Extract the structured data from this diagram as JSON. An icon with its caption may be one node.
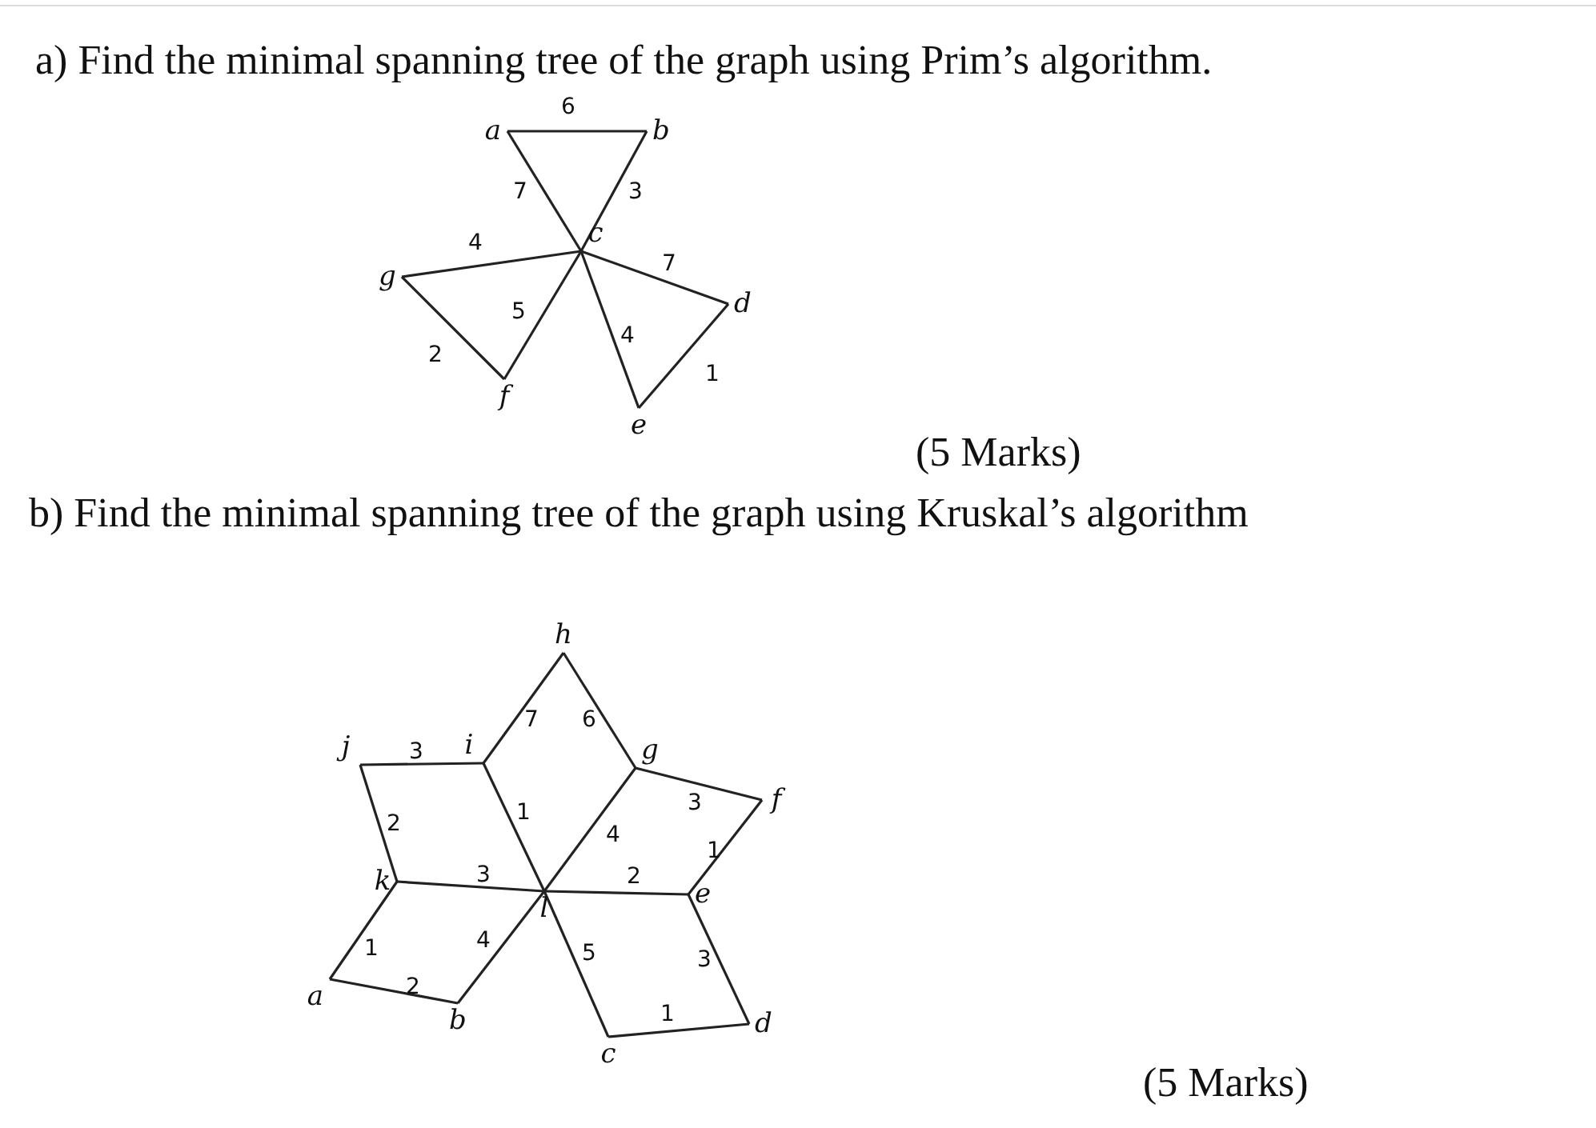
{
  "diagram": {
    "nodes": [
      {
        "text": [
          "a"
        ]
      },
      {
        "text": [
          "b"
        ]
      },
      {
        "text": [
          "c"
        ]
      },
      {
        "text": [
          "d"
        ]
      },
      {
        "text": [
          "e"
        ]
      },
      {
        "text": [
          "f"
        ]
      },
      {
        "text": [
          "g"
        ]
      },
      {
        "text": [
          "h"
        ]
      },
      {
        "text": [
          "i"
        ]
      },
      {
        "text": [
          "j"
        ]
      },
      {
        "text": [
          "k"
        ]
      },
      {
        "text": [
          "l"
        ]
      },
      {
        "text": [
          "a"
        ]
      },
      {
        "text": [
          "b"
        ]
      },
      {
        "text": [
          "c"
        ]
      },
      {
        "text": [
          "d"
        ]
      },
      {
        "text": [
          "e"
        ]
      },
      {
        "text": [
          "f"
        ]
      },
      {
        "text": [
          "g"
        ]
      }
    ],
    "edges": [
      {
        "from": 0,
        "to": 1,
        "arrow": "none",
        "label": "6"
      },
      {
        "from": 0,
        "to": 2,
        "arrow": "none",
        "label": "7"
      },
      {
        "from": 1,
        "to": 2,
        "arrow": "none",
        "label": "3"
      },
      {
        "from": 2,
        "to": 6,
        "arrow": "none",
        "label": "4"
      },
      {
        "from": 2,
        "to": 5,
        "arrow": "none",
        "label": "5"
      },
      {
        "from": 6,
        "to": 5,
        "arrow": "none",
        "label": "2"
      },
      {
        "from": 2,
        "to": 3,
        "arrow": "none",
        "label": "7"
      },
      {
        "from": 2,
        "to": 4,
        "arrow": "none",
        "label": "4"
      },
      {
        "from": 3,
        "to": 4,
        "arrow": "none",
        "label": "1"
      },
      {
        "from": 7,
        "to": 8,
        "arrow": "none",
        "label": "7"
      },
      {
        "from": 7,
        "to": 18,
        "arrow": "none",
        "label": "6"
      },
      {
        "from": 9,
        "to": 8,
        "arrow": "none",
        "label": "3"
      },
      {
        "from": 9,
        "to": 10,
        "arrow": "none",
        "label": "2"
      },
      {
        "from": 8,
        "to": 11,
        "arrow": "none",
        "label": "1"
      },
      {
        "from": 18,
        "to": 11,
        "arrow": "none",
        "label": "4"
      },
      {
        "from": 18,
        "to": 17,
        "arrow": "none",
        "label": "3"
      },
      {
        "from": 17,
        "to": 16,
        "arrow": "none",
        "label": "1"
      },
      {
        "from": 10,
        "to": 11,
        "arrow": "none",
        "label": "3"
      },
      {
        "from": 11,
        "to": 16,
        "arrow": "none",
        "label": "2"
      },
      {
        "from": 10,
        "to": 12,
        "arrow": "none",
        "label": "1"
      },
      {
        "from": 12,
        "to": 13,
        "arrow": "none",
        "label": "2"
      },
      {
        "from": 13,
        "to": 11,
        "arrow": "none",
        "label": "4"
      },
      {
        "from": 11,
        "to": 14,
        "arrow": "none",
        "label": "5"
      },
      {
        "from": 16,
        "to": 15,
        "arrow": "none",
        "label": "3"
      },
      {
        "from": 14,
        "to": 15,
        "arrow": "none",
        "label": "1"
      }
    ],
    "labels": [
      "a) Find the minimal spanning tree of the graph using Prim’s algorithm.",
      "(5 Marks)",
      "b) Find the minimal spanning tree of the graph using Kruskal’s algorithm",
      "(5 Marks)"
    ]
  }
}
